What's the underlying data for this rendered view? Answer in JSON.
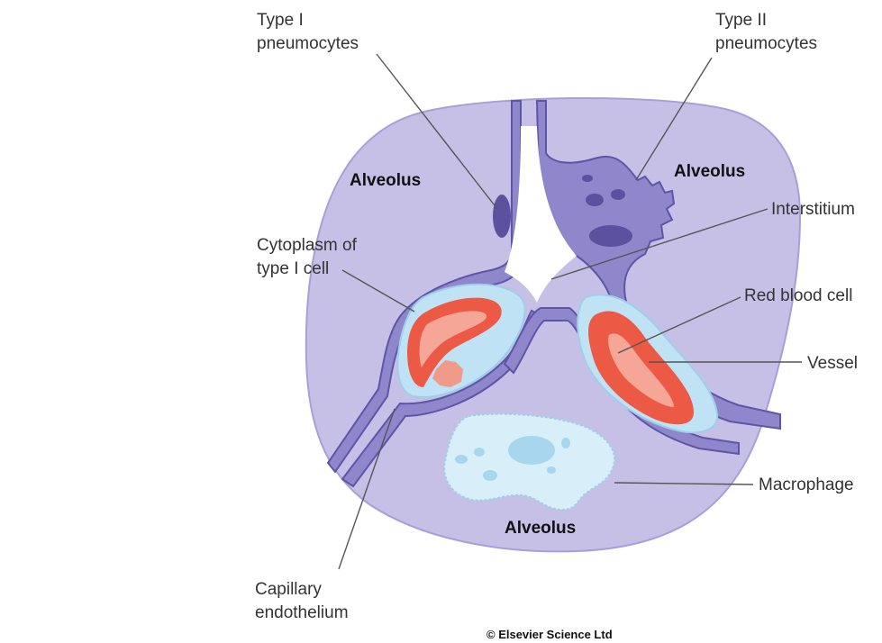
{
  "labels": {
    "type1_line1": "Type I",
    "type1_line2": "pneumocytes",
    "type2_line1": "Type II",
    "type2_line2": "pneumocytes",
    "alveolus_left": "Alveolus",
    "alveolus_right": "Alveolus",
    "alveolus_bottom": "Alveolus",
    "interstitium": "Interstitium",
    "cytoplasm_line1": "Cytoplasm of",
    "cytoplasm_line2": "type I cell",
    "red_blood_cell": "Red blood cell",
    "vessel": "Vessel",
    "macrophage": "Macrophage",
    "capillary_line1": "Capillary",
    "capillary_line2": "endothelium"
  },
  "credit": "© Elsevier Science Ltd",
  "colors": {
    "alveolus_fill": "#c7c0e6",
    "wall_fill": "#8f86cc",
    "wall_stroke": "#5e55a8",
    "nucleus": "#5c519f",
    "vessel_fill": "#bfe3f5",
    "rbc_outer": "#ec5a45",
    "rbc_inner": "#f5a696",
    "macrophage_fill": "#d8eef9",
    "macrophage_stroke": "#9fcfe8"
  }
}
